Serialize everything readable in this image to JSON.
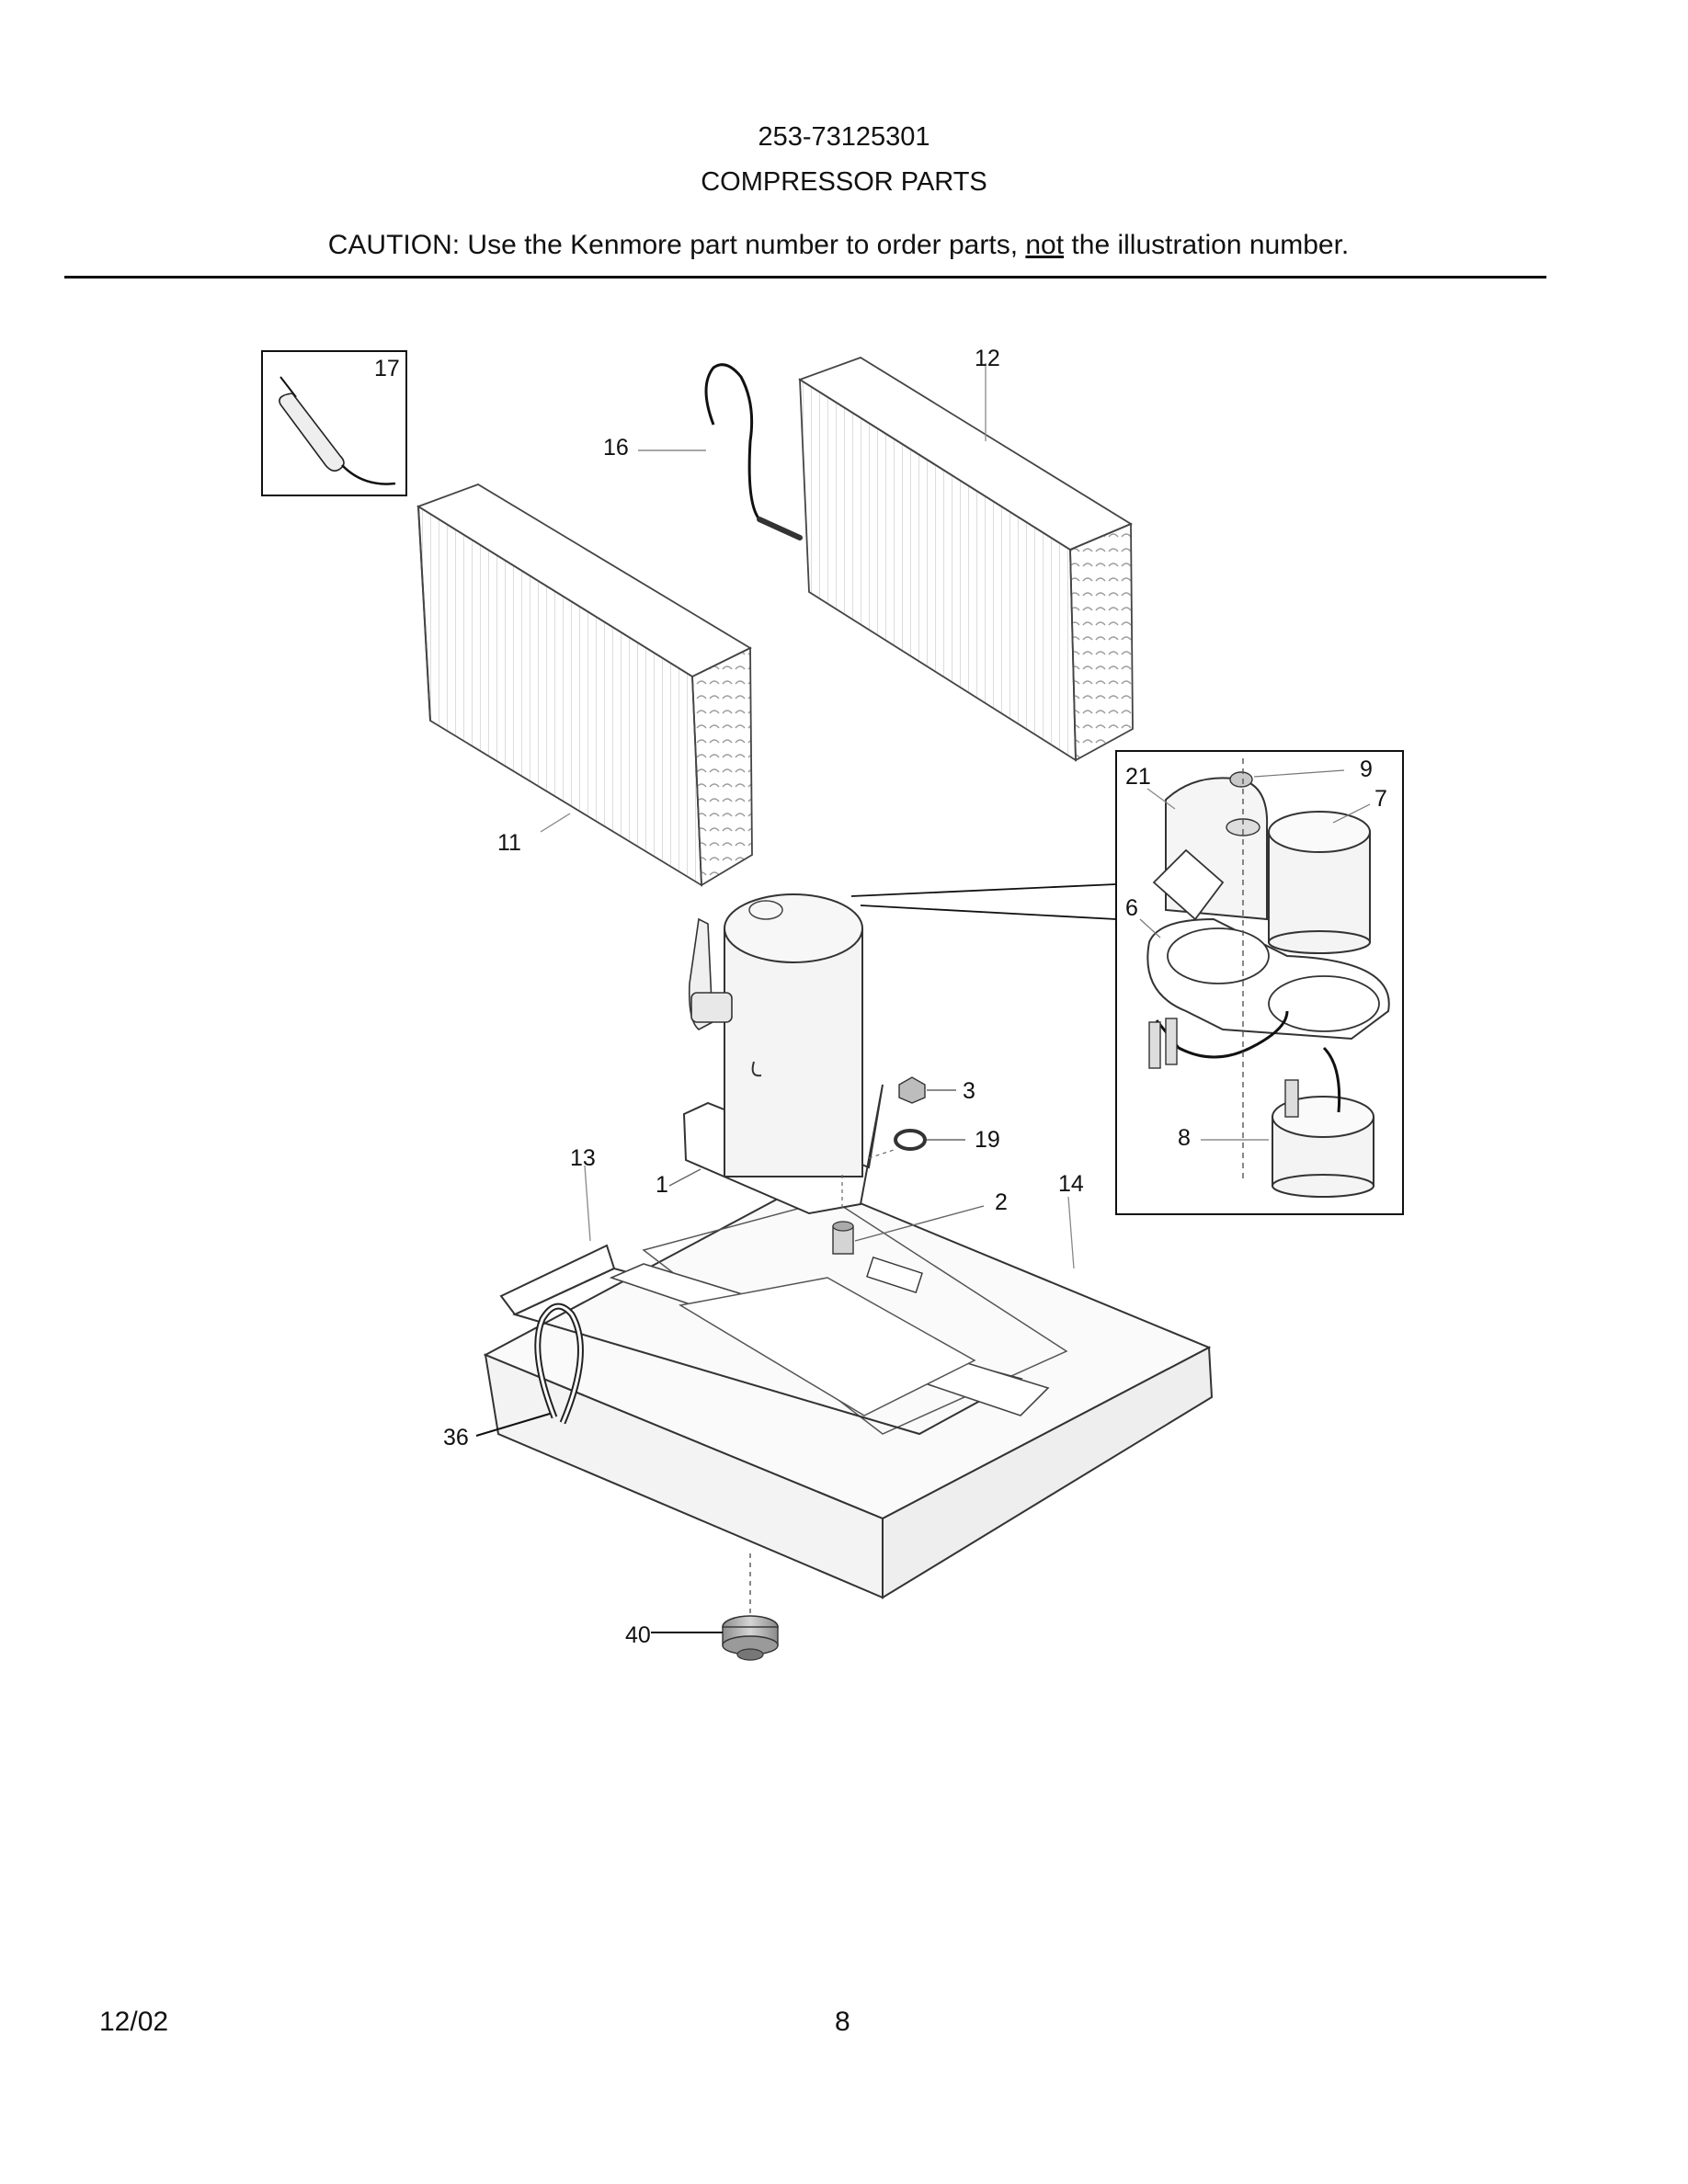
{
  "header": {
    "model_number": "253-73125301",
    "section_title": "COMPRESSOR PARTS",
    "caution_before": "CAUTION: Use the Kenmore part number to order parts, ",
    "caution_emphasis": "not",
    "caution_after": " the illustration number."
  },
  "callouts": {
    "c1": "1",
    "c2": "2",
    "c3": "3",
    "c6": "6",
    "c7": "7",
    "c8": "8",
    "c9": "9",
    "c11": "11",
    "c12": "12",
    "c13": "13",
    "c14": "14",
    "c16": "16",
    "c17": "17",
    "c19": "19",
    "c21": "21",
    "c36": "36",
    "c40": "40"
  },
  "footer": {
    "date": "12/02",
    "page_number": "8"
  }
}
